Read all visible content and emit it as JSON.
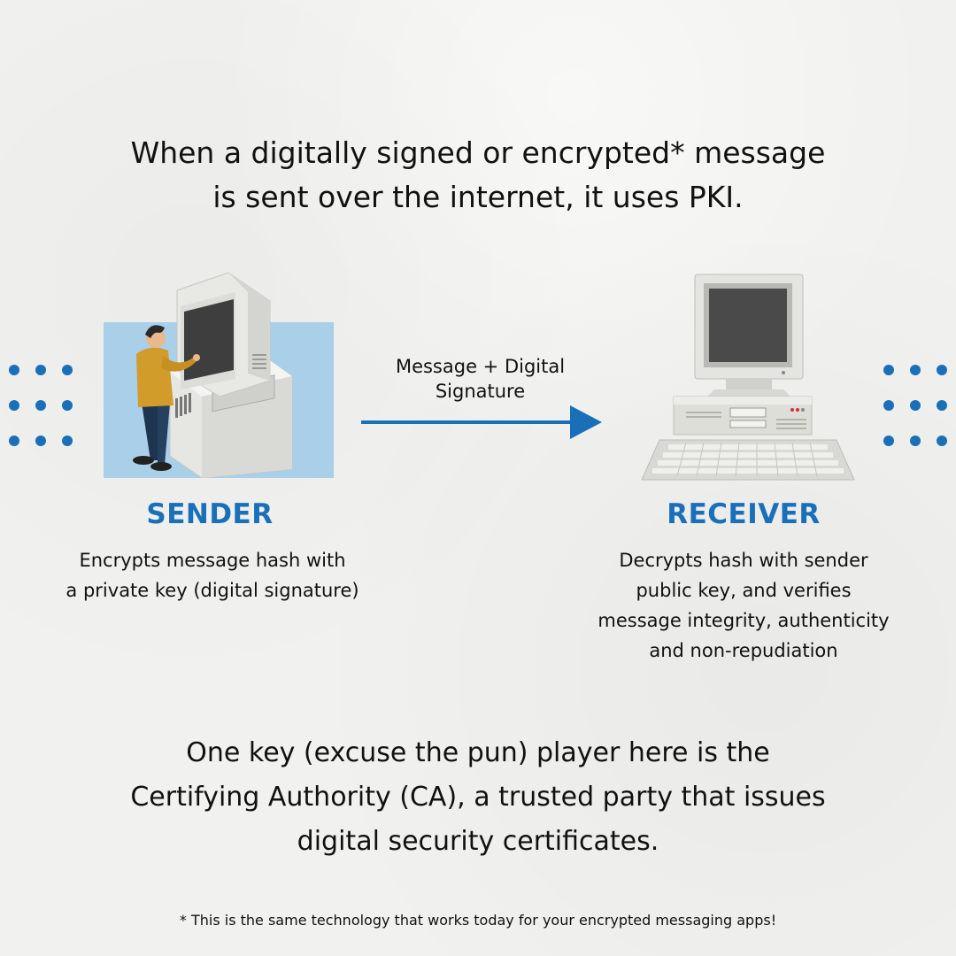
{
  "headline": {
    "line1": "When a digitally signed or encrypted* message",
    "line2": "is sent over the internet, it uses PKI."
  },
  "flow": {
    "arrow_label_line1": "Message + Digital",
    "arrow_label_line2": "Signature"
  },
  "sender": {
    "title": "SENDER",
    "desc_line1": "Encrypts message hash with",
    "desc_line2": "a private key (digital signature)"
  },
  "receiver": {
    "title": "RECEIVER",
    "desc_line1": "Decrypts hash with sender",
    "desc_line2": "public key, and verifies",
    "desc_line3": "message integrity, authenticity",
    "desc_line4": "and non-repudiation"
  },
  "closing": {
    "line1": "One key (excuse the pun) player here is the",
    "line2": "Certifying Authority (CA), a trusted party that issues",
    "line3": "digital security certificates."
  },
  "footnote": "* This is the same technology that works today for your encrypted messaging apps!",
  "colors": {
    "accent": "#1a6fb9",
    "panel": "#a9cfe9",
    "background": "#f1f1ef",
    "text": "#111111"
  },
  "icons": [
    "sender-computer-icon",
    "person-icon",
    "receiver-computer-icon",
    "keyboard-icon",
    "arrow-right-icon",
    "dot-grid"
  ]
}
